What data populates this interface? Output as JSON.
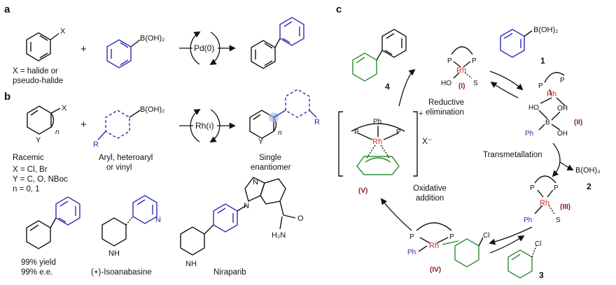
{
  "panels": {
    "a": "a",
    "b": "b",
    "c": "c"
  },
  "panel_a": {
    "x_sub": "X",
    "x_note_line1": "X = halide or",
    "x_note_line2": "pseudo-halide",
    "plus": "+",
    "boronic": "B(OH)₂",
    "catalyst": "Pd(0)"
  },
  "panel_b": {
    "x_sub": "X",
    "n_sub": "n",
    "y_sub": "Y",
    "r_sub": "R",
    "plus": "+",
    "boronic": "B(OH)₂",
    "catalyst": "Rh(ı)",
    "racemic": "Racemic",
    "aryl_line1": "Aryl, heteroaryl",
    "aryl_line2": "or vinyl",
    "single_line1": "Single",
    "single_line2": "enantiomer",
    "cond_x": "X = Cl, Br",
    "cond_y": "Y = C, O, NBoc",
    "cond_n": "n = 0, 1",
    "ex1_line1": "99% yield",
    "ex1_line2": "99% e.e.",
    "ex2_nh": "NH",
    "ex2_n": "N",
    "ex2_label": "(+)-Isoanabasine",
    "ex3_nh": "NH",
    "ex3_n": "N",
    "ex3_n2": "N",
    "ex3_o": "O",
    "ex3_nh2": "H₂N",
    "ex3_label": "Niraparib"
  },
  "panel_c": {
    "boronic": "B(OH)₂",
    "cmpd1": "1",
    "cmpd2": "2",
    "cmpd3": "3",
    "cmpd4": "4",
    "boh3": "B(OH)₃",
    "reductive_line1": "Reductive",
    "reductive_line2": "elimination",
    "transmetallation": "Transmetallation",
    "oxidative_line1": "Oxidative",
    "oxidative_line2": "addition",
    "xminus": "X⁻",
    "plus_charge": "+",
    "rh": "Rh",
    "p": "P",
    "ho": "HO",
    "oh": "OH",
    "s": "S",
    "b": "B",
    "ph": "Ph",
    "cl": "Cl",
    "I": "(I)",
    "II": "(II)",
    "III": "(III)",
    "IV": "(IV)",
    "V": "(V)"
  }
}
